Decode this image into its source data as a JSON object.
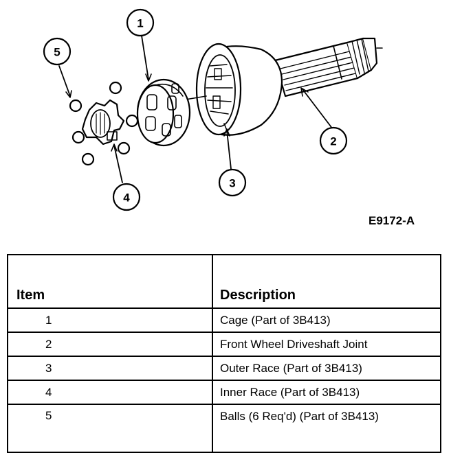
{
  "callouts": [
    "1",
    "2",
    "3",
    "4",
    "5"
  ],
  "figure_id": "E9172-A",
  "table": {
    "headers": {
      "item": "Item",
      "description": "Description"
    },
    "rows": [
      {
        "item": "1",
        "description": "Cage (Part of 3B413)"
      },
      {
        "item": "2",
        "description": "Front Wheel Driveshaft Joint"
      },
      {
        "item": "3",
        "description": "Outer Race (Part of 3B413)"
      },
      {
        "item": "4",
        "description": "Inner Race (Part of 3B413)"
      },
      {
        "item": "5",
        "description": "Balls (6 Req'd) (Part of 3B413)"
      }
    ]
  }
}
